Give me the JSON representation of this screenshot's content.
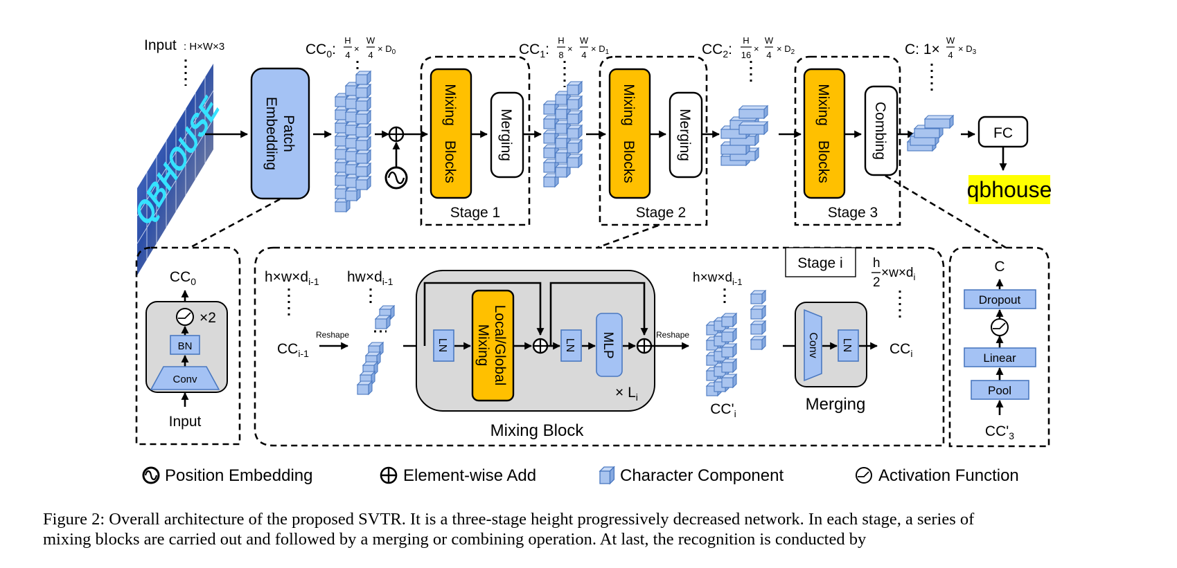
{
  "figure": {
    "input_label": "Input",
    "input_shape": ": H×W×3",
    "input_image_text": "QBHOUSE",
    "patch_embedding": [
      "Patch",
      "Embedding"
    ],
    "cc0_label": "CC",
    "cc0_sub": "0",
    "cc0_frac1": {
      "num": "H",
      "den": "4"
    },
    "cc0_frac2": {
      "num": "W",
      "den": "4"
    },
    "cc0_tail": "× D",
    "cc0_tail_sub": "0",
    "cc1_label": "CC",
    "cc1_sub": "1",
    "cc1_frac1": {
      "num": "H",
      "den": "8"
    },
    "cc1_frac2": {
      "num": "W",
      "den": "4"
    },
    "cc1_tail": "× D",
    "cc1_tail_sub": "1",
    "cc2_label": "CC",
    "cc2_sub": "2",
    "cc2_frac1": {
      "num": "H",
      "den": "16"
    },
    "cc2_frac2": {
      "num": "W",
      "den": "4"
    },
    "cc2_tail": "× D",
    "cc2_tail_sub": "2",
    "c_label": "C: 1×",
    "c_frac": {
      "num": "W",
      "den": "4"
    },
    "c_tail": "× D",
    "c_tail_sub": "3",
    "times": "×",
    "colon": ":",
    "stages": [
      {
        "mixing": [
          "Mixing",
          "Blocks"
        ],
        "op": "Merging",
        "label": "Stage 1"
      },
      {
        "mixing": [
          "Mixing",
          "Blocks"
        ],
        "op": "Merging",
        "label": "Stage 2"
      },
      {
        "mixing": [
          "Mixing",
          "Blocks"
        ],
        "op": "Combing",
        "label": "Stage 3"
      }
    ],
    "fc_label": "FC",
    "output_text": "qbhouse",
    "output_highlight": "#ffff00",
    "patch_detail": {
      "output": "CC",
      "output_sub": "0",
      "repeat": "×2",
      "bn": "BN",
      "conv": "Conv",
      "input": "Input"
    },
    "stage_detail": {
      "stage_tag": "Stage i",
      "shape_in": "h×w×d",
      "shape_in_sub": "i-1",
      "shape_flat": "hw×d",
      "shape_flat_sub": "i-1",
      "cc_in": "CC",
      "cc_in_sub": "i-1",
      "reshape1": "Reshape",
      "ln1": "LN",
      "mixing": [
        "Local/Global",
        "Mixing"
      ],
      "ln2": "LN",
      "mlp": "MLP",
      "repeat": "× L",
      "repeat_sub": "i",
      "block_label": "Mixing Block",
      "reshape2": "Reshape",
      "shape_mid": "h×w×d",
      "shape_mid_sub": "i-1",
      "cc_mid": "CC'",
      "cc_mid_sub": "i",
      "conv": "Conv",
      "ln3": "LN",
      "merging_label": "Merging",
      "shape_out_num": "h",
      "shape_out_den": "2",
      "shape_out": "×w×d",
      "shape_out_sub": "i",
      "cc_out": "CC",
      "cc_out_sub": "i"
    },
    "combing_detail": {
      "output": "C",
      "dropout": "Dropout",
      "linear": "Linear",
      "pool": "Pool",
      "input": "CC'",
      "input_sub": "3"
    },
    "legend": [
      {
        "icon": "position-embedding-icon",
        "label": "Position Embedding"
      },
      {
        "icon": "element-wise-add-icon",
        "label": "Element-wise Add"
      },
      {
        "icon": "character-component-icon",
        "label": "Character Component"
      },
      {
        "icon": "activation-function-icon",
        "label": "Activation Function"
      }
    ],
    "colors": {
      "mixing_orange": "#ffc000",
      "component_blue": "#a4c2f4",
      "block_gray": "#d9d9d9"
    }
  },
  "caption": {
    "line1": "Figure 2: Overall architecture of the proposed SVTR. It is a three-stage height progressively decreased network.  In each stage, a series of",
    "line2": "mixing blocks are carried out and followed by a merging or combining operation. At last, the recognition is conducted by"
  }
}
